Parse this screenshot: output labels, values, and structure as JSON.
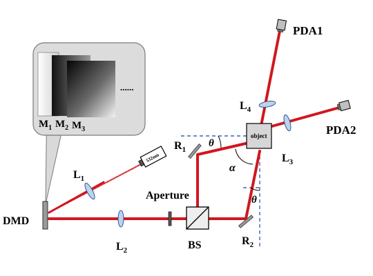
{
  "labels": {
    "dmd": "DMD",
    "l1": "L",
    "l1_sub": "1",
    "l2": "L",
    "l2_sub": "2",
    "l3": "L",
    "l3_sub": "3",
    "l4": "L",
    "l4_sub": "4",
    "aperture": "Aperture",
    "bs": "BS",
    "r1": "R",
    "r1_sub": "1",
    "r2": "R",
    "r2_sub": "2",
    "pda1": "PDA1",
    "pda2": "PDA2",
    "object": "object",
    "laser": "532nm",
    "theta1": "θ",
    "theta2": "θ",
    "alpha": "α",
    "m1": "M",
    "m1_sub": "1",
    "m2": "M",
    "m2_sub": "2",
    "m3": "M",
    "m3_sub": "3",
    "ellipsis": "......"
  },
  "colors": {
    "beam": "#d0171e",
    "lens": "#bcd3ec",
    "dash": "#3a63b8",
    "callout": "#dcdcdc"
  }
}
